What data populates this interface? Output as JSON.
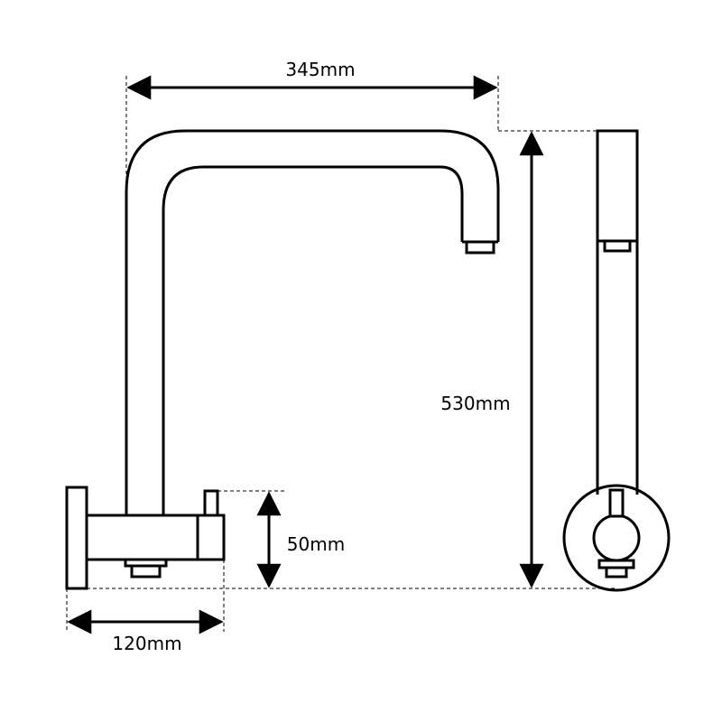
{
  "dimensions": {
    "width_top": "345mm",
    "height_total": "530mm",
    "base_height": "50mm",
    "base_width": "120mm"
  },
  "colors": {
    "line": "#000000",
    "background": "#ffffff"
  }
}
